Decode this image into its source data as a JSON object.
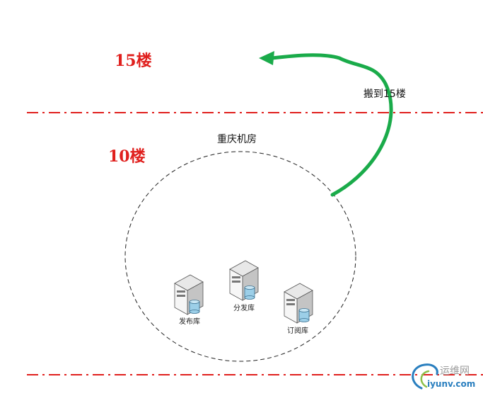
{
  "floors": {
    "upper": "15楼",
    "lower": "10楼"
  },
  "room_label": "重庆机房",
  "move_label": "搬到15楼",
  "servers": [
    {
      "label": "发布库"
    },
    {
      "label": "分发库"
    },
    {
      "label": "订阅库"
    }
  ],
  "watermark": {
    "brand_cn": "运维网",
    "url": "iyunv.com"
  },
  "colors": {
    "floor_line": "#e0201e",
    "arrow": "#1aab4a",
    "floor_text": "#e0201e"
  },
  "icons": {
    "server": "server-icon",
    "database": "database-icon",
    "arrow": "arrow-icon"
  }
}
